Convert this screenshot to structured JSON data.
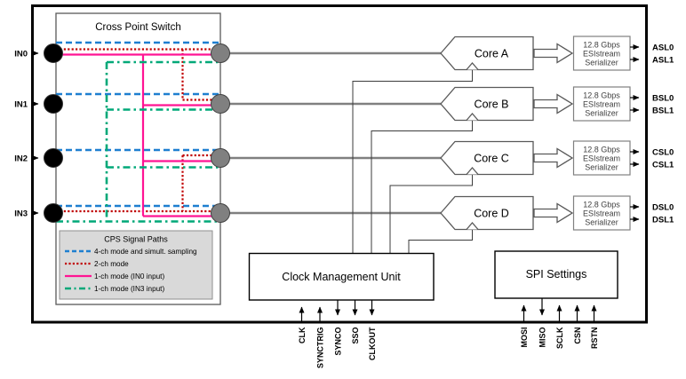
{
  "colors": {
    "blue": "#1E7FD0",
    "red": "#C00000",
    "pink": "#FF1493",
    "green": "#00A878",
    "gray": "#808080",
    "legend_bg": "#D9D9D9"
  },
  "cps": {
    "title": "Cross Point Switch",
    "inputs": [
      "IN0",
      "IN1",
      "IN2",
      "IN3"
    ]
  },
  "legend": {
    "title": "CPS Signal Paths",
    "items": [
      {
        "label": "4-ch mode and simult. sampling",
        "color": "blue",
        "style": "dashed"
      },
      {
        "label": "2-ch mode",
        "color": "red",
        "style": "dotted"
      },
      {
        "label": "1-ch mode (IN0 input)",
        "color": "pink",
        "style": "solid"
      },
      {
        "label": "1-ch mode (IN3 input)",
        "color": "green",
        "style": "dash-dot"
      }
    ]
  },
  "cores": [
    {
      "name": "Core A",
      "outputs": [
        "ASL0",
        "ASL1"
      ]
    },
    {
      "name": "Core B",
      "outputs": [
        "BSL0",
        "BSL1"
      ]
    },
    {
      "name": "Core C",
      "outputs": [
        "CSL0",
        "CSL1"
      ]
    },
    {
      "name": "Core D",
      "outputs": [
        "DSL0",
        "DSL1"
      ]
    }
  ],
  "serializer": {
    "line1": "12.8 Gbps",
    "line2": "ESIstream",
    "line3": "Serializer"
  },
  "cmu": {
    "title": "Clock Management Unit",
    "pins": [
      {
        "label": "CLK",
        "dir": "in"
      },
      {
        "label": "SYNCTRIG",
        "dir": "in"
      },
      {
        "label": "SYNCO",
        "dir": "out"
      },
      {
        "label": "SSO",
        "dir": "out"
      },
      {
        "label": "CLKOUT",
        "dir": "out"
      }
    ]
  },
  "spi": {
    "title": "SPI Settings",
    "pins": [
      {
        "label": "MOSI",
        "dir": "in"
      },
      {
        "label": "MISO",
        "dir": "out"
      },
      {
        "label": "SCLK",
        "dir": "in"
      },
      {
        "label": "CSN",
        "dir": "in"
      },
      {
        "label": "RSTN",
        "dir": "in"
      }
    ]
  }
}
